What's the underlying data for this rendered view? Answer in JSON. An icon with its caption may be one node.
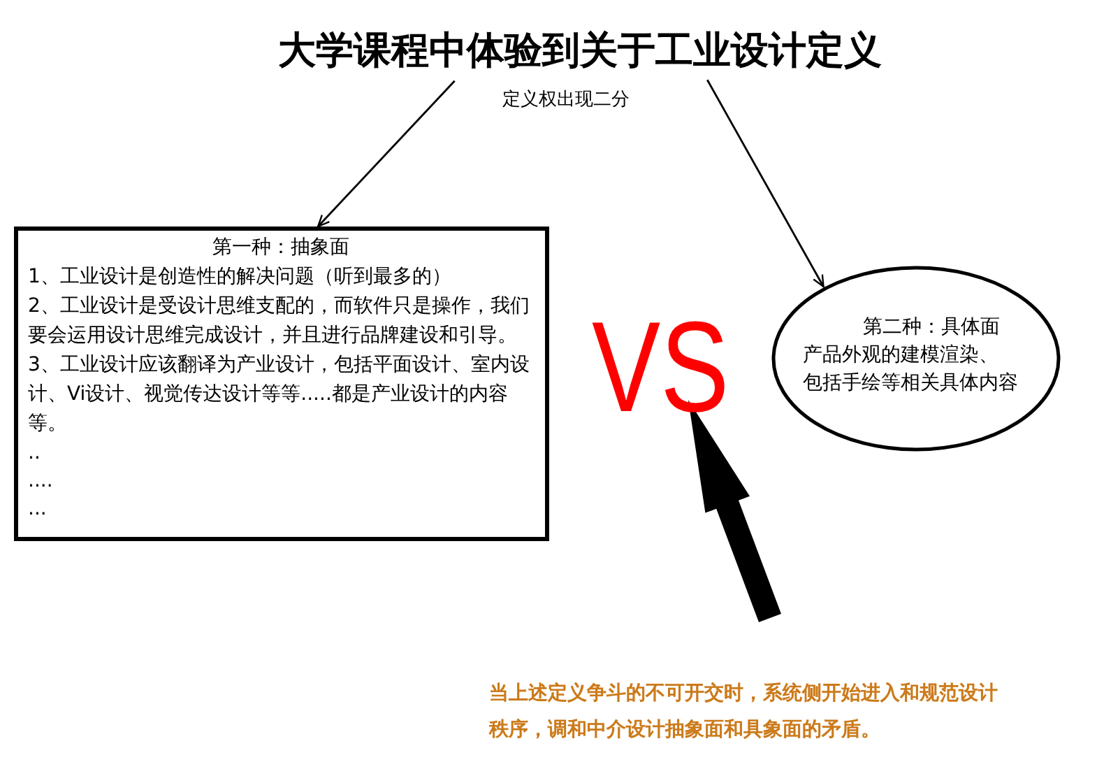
{
  "diagram": {
    "nodes": [
      {
        "text": [
          "大学课程中体验到关于工业设计定义"
        ]
      },
      {
        "text": [
          "第一种：抽象面",
          "1、工业设计是创造性的解决问题（听到最多的）",
          "2、工业设计是受设计思维支配的，而软件只是操作，我们要会运用设计思维完成设计，并且进行品牌建设和引导。",
          "3、工业设计应该翻译为产业设计，包括平面设计、室内设计、Vi设计、视觉传达设计等等.....都是产业设计的内容等。",
          "..",
          "....",
          "..."
        ]
      },
      {
        "text": [
          "第二种：具体面",
          "产品外观的建模渲染、包括手绘等相关具体内容"
        ]
      },
      {
        "text": [
          "VS"
        ]
      }
    ],
    "edges": [
      {
        "from": 0,
        "to": 1,
        "arrow": "to"
      },
      {
        "from": 0,
        "to": 2,
        "arrow": "to"
      },
      {
        "from": null,
        "to": 3,
        "arrow": "to",
        "style": "thick"
      }
    ],
    "labels": [
      "定义权出现二分",
      "当上述定义争斗的不可开交时，系统侧开始进入和规范设计秩序，调和中介设计抽象面和具象面的矛盾。"
    ]
  }
}
